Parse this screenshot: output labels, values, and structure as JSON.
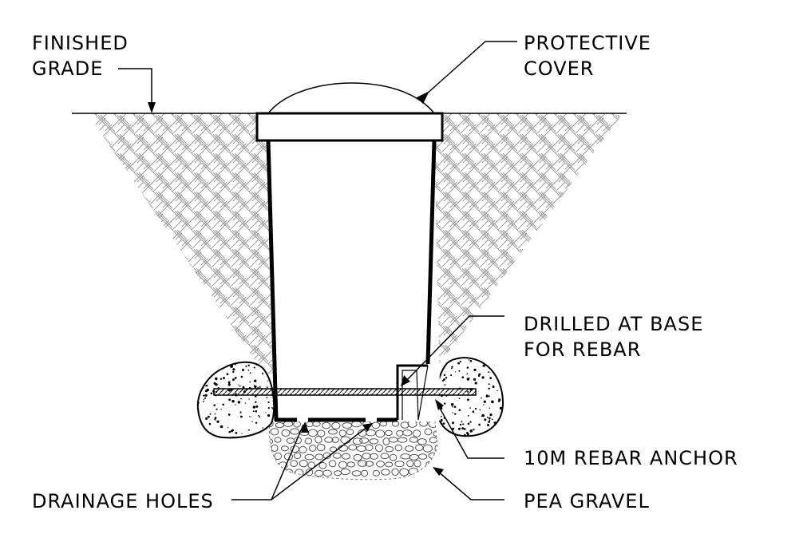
{
  "labels": {
    "finished_grade_1": "FINISHED",
    "finished_grade_2": "GRADE",
    "protective_cover_1": "PROTECTIVE",
    "protective_cover_2": "COVER",
    "drilled_1": "DRILLED AT BASE",
    "drilled_2": "FOR REBAR",
    "rebar_anchor": "10M REBAR ANCHOR",
    "drainage_holes": "DRAINAGE HOLES",
    "pea_gravel": "PEA GRAVEL"
  },
  "colors": {
    "line": "#000000",
    "hatch": "#9a9a9a",
    "background": "#ffffff"
  }
}
